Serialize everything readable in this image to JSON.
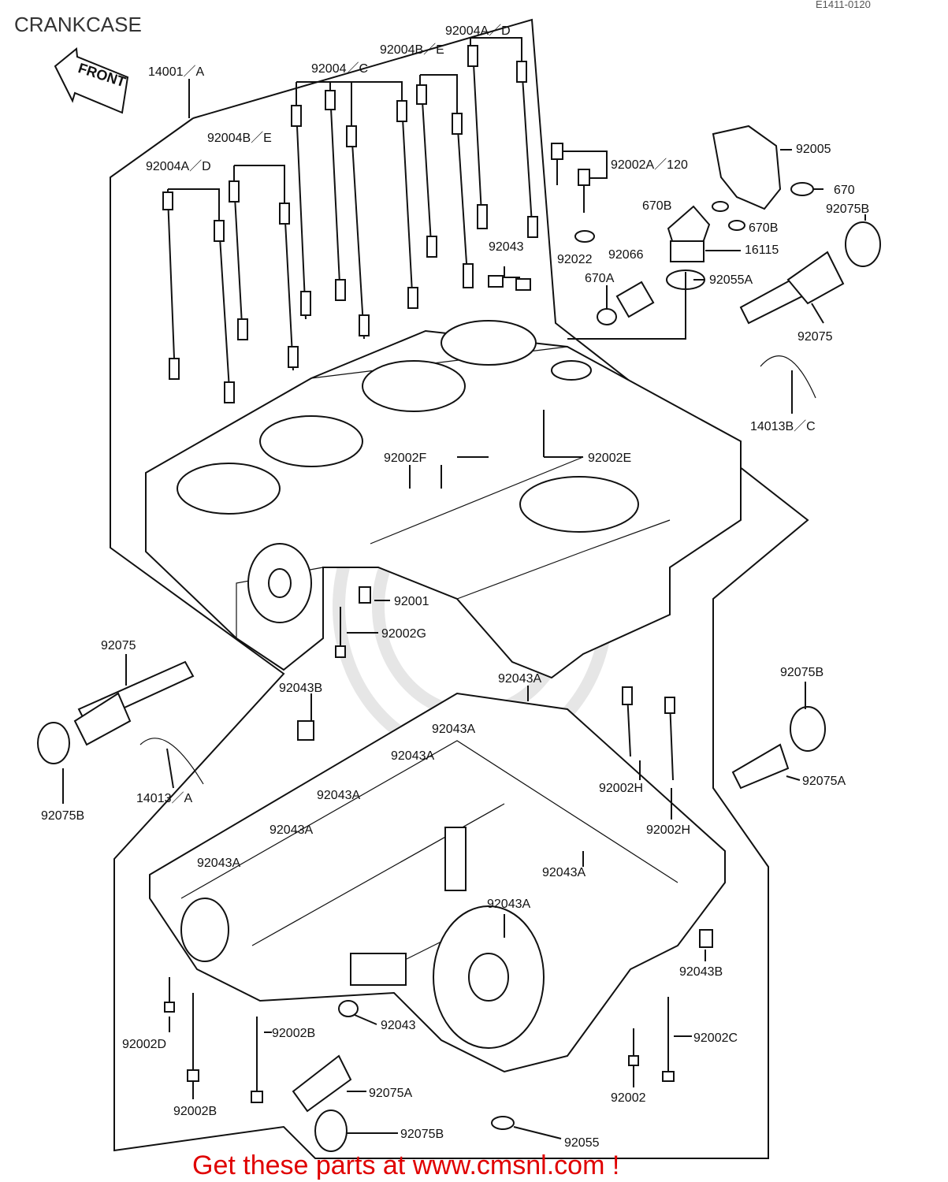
{
  "header": {
    "title": "CRANKCASE",
    "code": "E1411-0120"
  },
  "front_arrow": "FRONT",
  "labels": {
    "l14001": "14001／A",
    "l92004ad_top": "92004A／D",
    "l92004be_top": "92004B／E",
    "l92004c": "92004／C",
    "l92004be_mid": "92004B／E",
    "l92004ad_mid": "92004A／D",
    "l92002a": "92002A／120",
    "l92005": "92005",
    "l670": "670",
    "l670b_1": "670B",
    "l670b_2": "670B",
    "l92075b_1": "92075B",
    "l16115": "16115",
    "l92043_top": "92043",
    "l92022": "92022",
    "l92066": "92066",
    "l670a": "670A",
    "l92055a": "92055A",
    "l92075_1": "92075",
    "l14013bc": "14013B／C",
    "l92002f": "92002F",
    "l92002e": "92002E",
    "l92001": "92001",
    "l92002g": "92002G",
    "l92075_2": "92075",
    "l92043a_1": "92043A",
    "l92043b_1": "92043B",
    "l92075b_2": "92075B",
    "l92043a_2": "92043A",
    "l92043a_3": "92043A",
    "l92002h_1": "92002H",
    "l92075a_1": "92075A",
    "l92075b_3": "92075B",
    "l14013a": "14013／A",
    "l92043a_4": "92043A",
    "l92002h_2": "92002H",
    "l92043a_5": "92043A",
    "l92043a_6": "92043A",
    "l92043a_7": "92043A",
    "l92043a_8": "92043A",
    "l92043b_2": "92043B",
    "l92002d": "92002D",
    "l92002b_1": "92002B",
    "l92043_bot": "92043",
    "l92002c": "92002C",
    "l92075a_2": "92075A",
    "l92002": "92002",
    "l92002b_2": "92002B",
    "l92075b_4": "92075B",
    "l92055": "92055"
  },
  "footer": {
    "ad": "Get these parts at www.cmsnl.com !",
    "ad_color": "#e00000"
  }
}
